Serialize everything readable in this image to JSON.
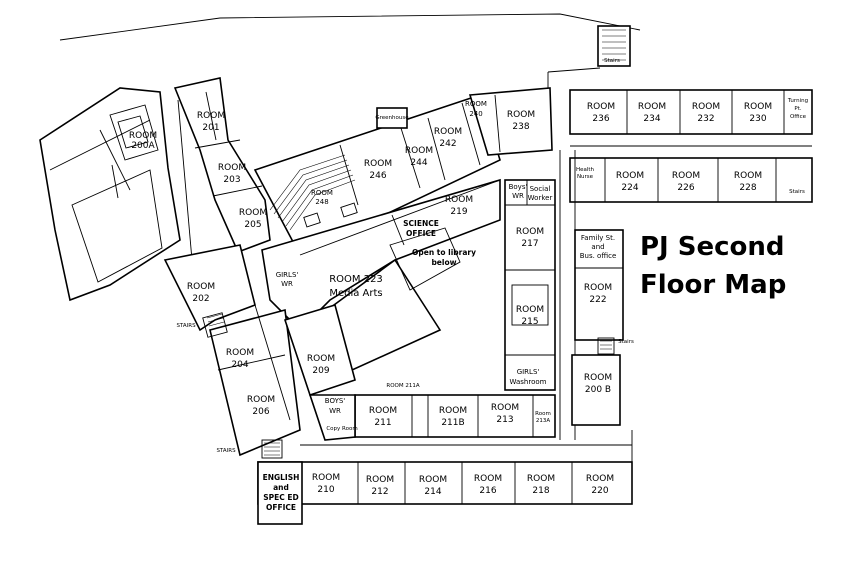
{
  "map_title": {
    "line1": "PJ Second",
    "line2": "Floor Map"
  },
  "rooms": {
    "r200a": [
      "ROOM",
      "200A"
    ],
    "r201": [
      "ROOM",
      "201"
    ],
    "r203": [
      "ROOM",
      "203"
    ],
    "r205": [
      "ROOM",
      "205"
    ],
    "r248": [
      "ROOM",
      "248"
    ],
    "r246": [
      "ROOM",
      "246"
    ],
    "r244": [
      "ROOM",
      "244"
    ],
    "r242": [
      "ROOM",
      "242"
    ],
    "r240": [
      "ROOM",
      "240"
    ],
    "r238": [
      "ROOM",
      "238"
    ],
    "r236": [
      "ROOM",
      "236"
    ],
    "r234": [
      "ROOM",
      "234"
    ],
    "r232": [
      "ROOM",
      "232"
    ],
    "r230": [
      "ROOM",
      "230"
    ],
    "r224": [
      "ROOM",
      "224"
    ],
    "r226": [
      "ROOM",
      "226"
    ],
    "r228": [
      "ROOM",
      "228"
    ],
    "r219": [
      "ROOM",
      "219"
    ],
    "r217": [
      "ROOM",
      "217"
    ],
    "r215": [
      "ROOM",
      "215"
    ],
    "r222": [
      "ROOM",
      "222"
    ],
    "r200b": [
      "ROOM",
      "200 B"
    ],
    "r202": [
      "ROOM",
      "202"
    ],
    "r204": [
      "ROOM",
      "204"
    ],
    "r206": [
      "ROOM",
      "206"
    ],
    "r209": [
      "ROOM",
      "209"
    ],
    "r211": [
      "ROOM",
      "211"
    ],
    "r211b": [
      "ROOM",
      "211B"
    ],
    "r213": [
      "ROOM",
      "213"
    ],
    "r210": [
      "ROOM",
      "210"
    ],
    "r212": [
      "ROOM",
      "212"
    ],
    "r214": [
      "ROOM",
      "214"
    ],
    "r216": [
      "ROOM",
      "216"
    ],
    "r218": [
      "ROOM",
      "218"
    ],
    "r220": [
      "ROOM",
      "220"
    ],
    "r223": [
      "ROOM 223",
      "Media Arts"
    ]
  },
  "labels": {
    "greenhouse": "Greenhouse",
    "stairs_top": "Stairs",
    "stairs_right": "Stairs",
    "stairs_222": "Stairs",
    "stairs_left_upper": "STAIRS",
    "stairs_left_lower": "STAIRS",
    "turning_point": [
      "Turning",
      "Pt.",
      "Office"
    ],
    "health_nurse": [
      "Health",
      "Nurse"
    ],
    "boys_wr_upper": [
      "Boys'",
      "WR"
    ],
    "social_worker": [
      "Social",
      "Worker"
    ],
    "science_office": [
      "SCIENCE",
      "OFFICE"
    ],
    "open_library": [
      "Open to library",
      "below"
    ],
    "girls_wr_left": [
      "GIRLS'",
      "WR"
    ],
    "family_st": [
      "Family St.",
      "and",
      "Bus. office"
    ],
    "girls_washroom": [
      "GIRLS'",
      "Washroom"
    ],
    "room_211a": "ROOM 211A",
    "room_213a": [
      "Room",
      "213A"
    ],
    "boys_wr_lower": [
      "BOYS'",
      "WR"
    ],
    "copy_room": "Copy Room",
    "english_office": [
      "ENGLISH",
      "and",
      "SPEC ED",
      "OFFICE"
    ]
  }
}
